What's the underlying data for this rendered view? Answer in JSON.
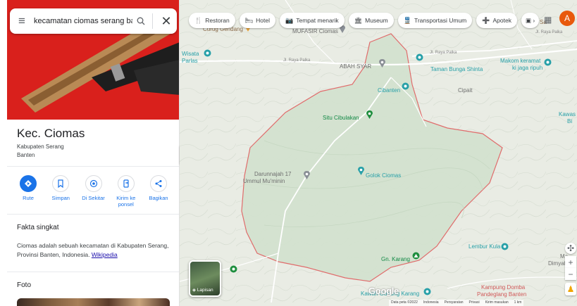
{
  "search": {
    "query": "kecamatan ciomas serang bant"
  },
  "place": {
    "title": "Kec. Ciomas",
    "subtitle_line1": "Kabupaten Serang",
    "subtitle_line2": "Banten"
  },
  "actions": [
    {
      "label": "Rute",
      "icon": "directions-icon"
    },
    {
      "label": "Simpan",
      "icon": "bookmark-icon"
    },
    {
      "label": "Di Sekitar",
      "icon": "nearby-icon"
    },
    {
      "label": "Kirim ke ponsel",
      "icon": "send-to-phone-icon"
    },
    {
      "label": "Bagikan",
      "icon": "share-icon"
    }
  ],
  "facts": {
    "title": "Fakta singkat",
    "text": "Ciomas adalah sebuah kecamatan di Kabupaten Serang, Provinsi Banten, Indonesia.",
    "link": "Wikipedia"
  },
  "photos": {
    "title": "Foto"
  },
  "chips": [
    {
      "label": "Restoran",
      "icon": "🍴"
    },
    {
      "label": "Hotel",
      "icon": "🛏"
    },
    {
      "label": "Tempat menarik",
      "icon": "📷"
    },
    {
      "label": "Museum",
      "icon": "🏛"
    },
    {
      "label": "Transportasi Umum",
      "icon": "🚆"
    },
    {
      "label": "Apotek",
      "icon": "➕"
    },
    {
      "label": "▣",
      "icon": ""
    }
  ],
  "avatar": "A",
  "map_labels": {
    "curug_gendang": "Curug Gendang",
    "mufasir": "MUFASIR Ciomas",
    "wisata_line1": "Wisata",
    "wisata_line2": "Parlas",
    "abah_syar": "ABAH SYAR",
    "taman": "Taman Bunga Shinta",
    "cibanten": "Cibanten",
    "cipait": "Cipait",
    "makom_line1": "Makom keramat",
    "makom_line2": "ki jaga ripuh",
    "kawasan_line1": "Kawas",
    "kawasan_line2": "Bi",
    "situ": "Situ Cibulakan",
    "darunnajah_line1": "Darunnajah 17",
    "darunnajah_line2": "Ummul Mu'minin",
    "golok": "Golok Ciomas",
    "lembur": "Lembur Kula",
    "gn_karang": "Gn. Karang",
    "kawah": "Kawah Gunung Karang",
    "kampung_line1": "Kampung Domba",
    "kampung_line2": "Pandeglang Banten",
    "dimyathi_line1": "Ma",
    "dimyathi_line2": "Dimyathi",
    "road_raya_pabuaran": "Jl. Raya Palka",
    "road_raya_palka": "Jl. Raya Palka",
    "road_raya_palka_right": "Jl. Raya Palka",
    "road_palka_top": "Jl. Raya Palka",
    "serang_label": "Sa"
  },
  "layers_label": "Lapisan",
  "attribution": {
    "google": "Google",
    "data": "Data peta ©2022",
    "region": "Indonesia",
    "terms": "Persyaratan",
    "privacy": "Privasi",
    "feedback": "Kirim masukan",
    "scale": "1 km"
  },
  "colors": {
    "primary": "#1a73e8",
    "boundary": "#e06666",
    "avatar": "#e8590c",
    "hero_bg": "#d9201c"
  }
}
